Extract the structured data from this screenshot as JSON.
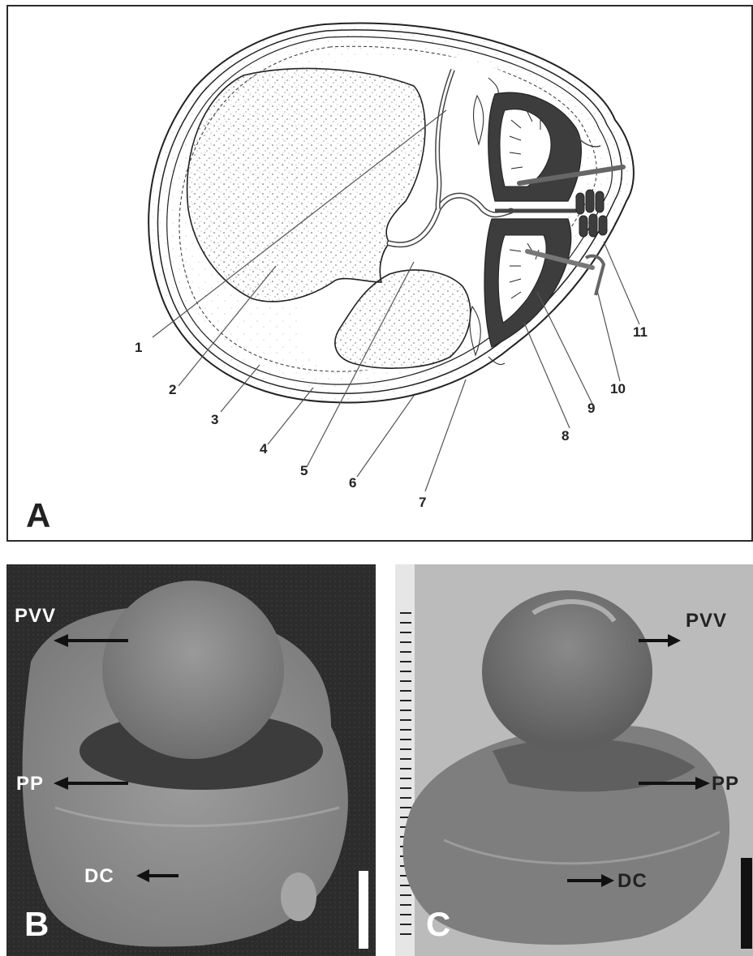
{
  "panels": {
    "a": {
      "letter": "A",
      "callouts": [
        "1",
        "2",
        "3",
        "4",
        "5",
        "6",
        "7",
        "8",
        "9",
        "10",
        "11"
      ]
    },
    "b": {
      "letter": "B",
      "labels": {
        "pvv": "PVV",
        "pp": "PP",
        "dc": "DC"
      }
    },
    "c": {
      "letter": "C",
      "labels": {
        "pvv": "PVV",
        "pp": "PP",
        "dc": "DC"
      }
    }
  },
  "colors": {
    "ink": "#222222",
    "dark_tissue": "#3d3d3d",
    "photo_b_bg": "#2a2a2a",
    "photo_c_bg": "#b9b9b9"
  }
}
